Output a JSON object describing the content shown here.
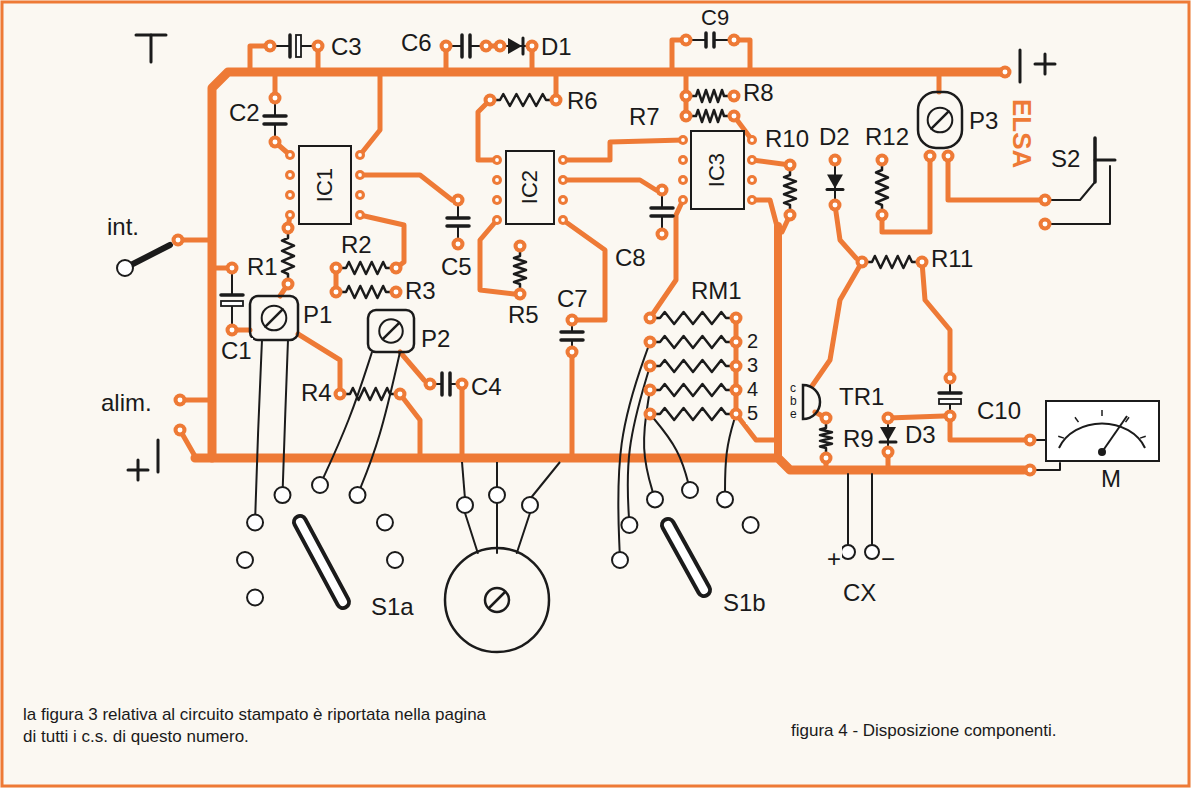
{
  "diagram": {
    "caption": "figura 4 - Disposizione componenti.",
    "nodes": [
      {
        "text": [
          "IC1"
        ]
      },
      {
        "text": [
          "IC2"
        ]
      },
      {
        "text": [
          "IC3"
        ]
      },
      {
        "text": [
          "M"
        ]
      }
    ],
    "labels": [
      "C3",
      "C6",
      "D1",
      "C9",
      "R8",
      "C2",
      "R6",
      "R7",
      "R10",
      "D2",
      "R12",
      "P3",
      "ELSA",
      "int.",
      "R1",
      "R2",
      "R3",
      "C5",
      "C8",
      "R5",
      "C7",
      "RM1",
      "2",
      "3",
      "4",
      "5",
      "C1",
      "P1",
      "P2",
      "C4",
      "R4",
      "alim.",
      "TR1",
      "c b e",
      "D3",
      "R9",
      "C10",
      "S2",
      "R11",
      "S1a",
      "S1b",
      "CX",
      "+",
      "−",
      "la figura 3 relativa al circuito stampato è riportata nella pagina di tutti i c.s. di questo numero."
    ]
  }
}
